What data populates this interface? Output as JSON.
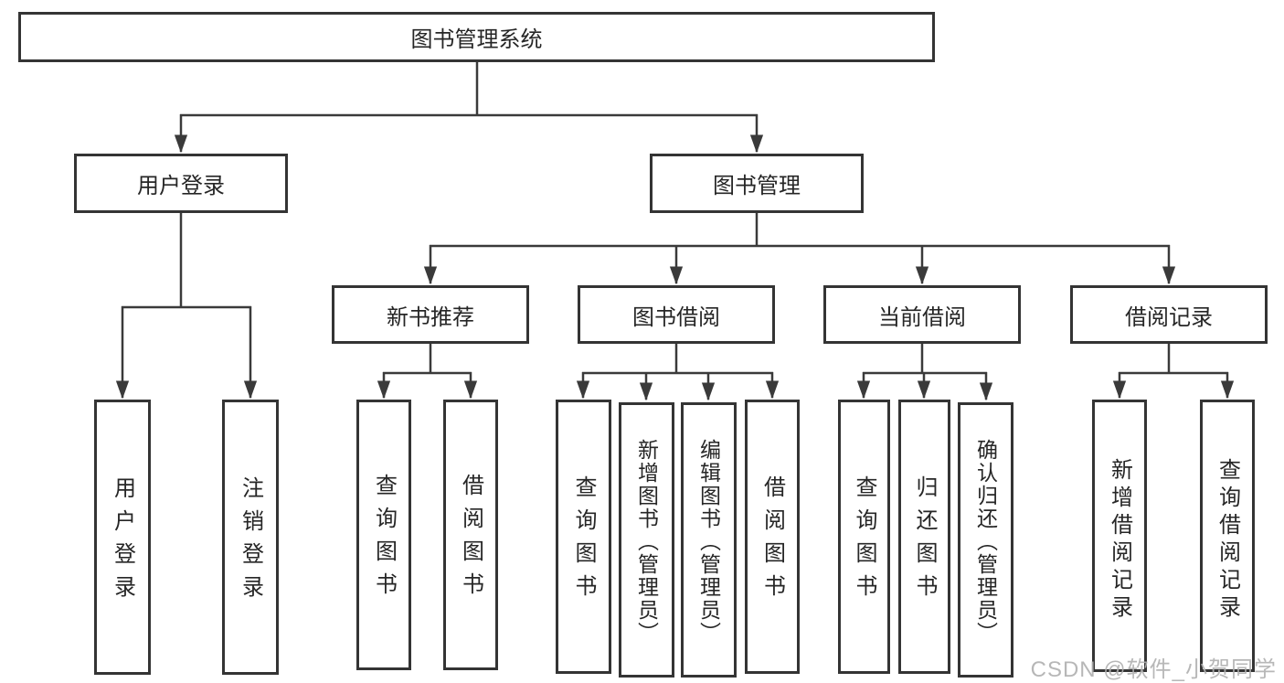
{
  "diagram": {
    "root": {
      "label": "图书管理系统"
    },
    "branches": [
      {
        "label": "用户登录",
        "children": [
          {
            "label": "用户登录"
          },
          {
            "label": "注销登录"
          }
        ]
      },
      {
        "label": "图书管理",
        "children": [
          {
            "label": "新书推荐",
            "children": [
              {
                "label": "查询图书"
              },
              {
                "label": "借阅图书"
              }
            ]
          },
          {
            "label": "图书借阅",
            "children": [
              {
                "label": "查询图书"
              },
              {
                "label": "新增图书（管理员）"
              },
              {
                "label": "编辑图书（管理员）"
              },
              {
                "label": "借阅图书"
              }
            ]
          },
          {
            "label": "当前借阅",
            "children": [
              {
                "label": "查询图书"
              },
              {
                "label": "归还图书"
              },
              {
                "label": "确认归还（管理员）"
              }
            ]
          },
          {
            "label": "借阅记录",
            "children": [
              {
                "label": "新增借阅记录"
              },
              {
                "label": "查询借阅记录"
              }
            ]
          }
        ]
      }
    ]
  },
  "watermark": {
    "text": "CSDN @软件_小贺同学"
  },
  "colors": {
    "line": "#3a3a3a",
    "box_border": "#343434",
    "text": "#262626",
    "watermark": "#afafaf",
    "background": "#ffffff"
  }
}
